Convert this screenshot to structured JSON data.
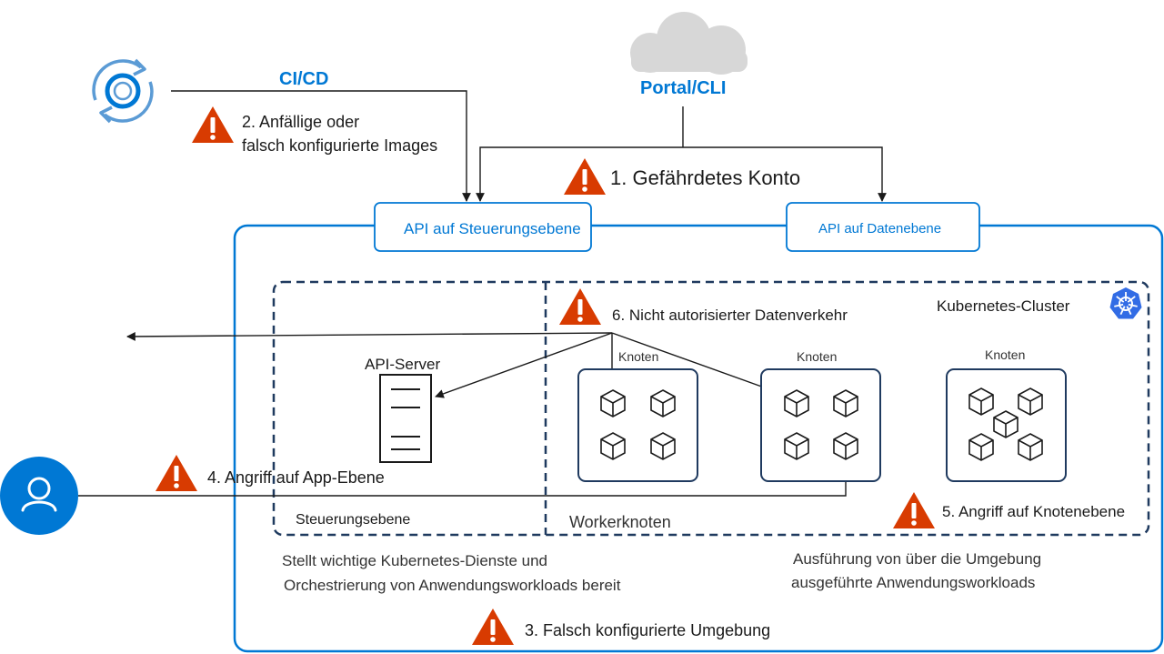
{
  "labels": {
    "cicd": "CI/CD",
    "portal": "Portal/CLI",
    "threat2_line1": "2. Anfällige oder",
    "threat2_line2": "falsch konfigurierte Images",
    "threat1": "1. Gefährdetes Konto",
    "api_control": "API auf Steuerungsebene",
    "api_data": "API auf Datenebene",
    "threat6": "6. Nicht autorisierter Datenverkehr",
    "cluster": "Kubernetes-Cluster",
    "api_server": "API-Server",
    "node1": "Knoten",
    "node2": "Knoten",
    "node3": "Knoten",
    "threat4": "4. Angriff auf App-Ebene",
    "threat5": "5. Angriff auf Knotenebene",
    "control_plane": "Steuerungsebene",
    "worker_nodes": "Workerknoten",
    "control_desc_line1": "Stellt wichtige Kubernetes-Dienste und",
    "control_desc_line2": "Orchestrierung von Anwendungsworkloads bereit",
    "worker_desc_line1": "Ausführung von über die Umgebung",
    "worker_desc_line2": "ausgeführte Anwendungsworkloads",
    "threat3": "3. Falsch konfigurierte Umgebung"
  },
  "colors": {
    "accent_blue": "#0078d4",
    "dark_navy": "#1f3a5f",
    "warning_red": "#d83b01",
    "cloud_gray": "#d7d7d7",
    "line_black": "#1a1a1a"
  }
}
